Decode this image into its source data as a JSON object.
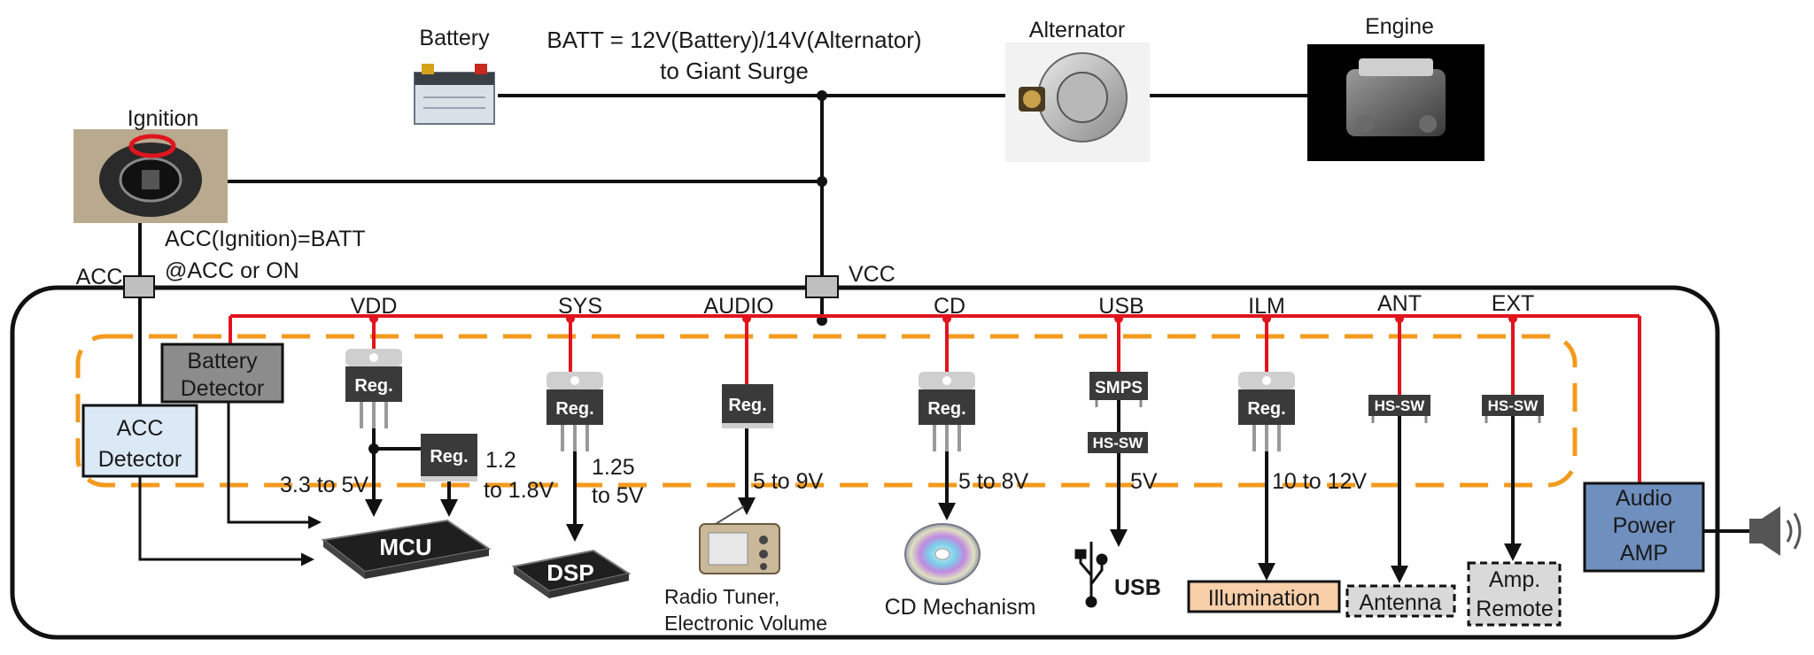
{
  "top": {
    "battery_label": "Battery",
    "batt_line1": "BATT = 12V(Battery)/14V(Alternator)",
    "batt_line2": "to Giant Surge",
    "alternator_label": "Alternator",
    "engine_label": "Engine",
    "ignition_label": "Ignition",
    "acc_note_line1": "ACC(Ignition)=BATT",
    "acc_note_line2": "@ACC or ON",
    "acc_label": "ACC",
    "vcc_label": "VCC"
  },
  "rails": {
    "vdd": "VDD",
    "sys": "SYS",
    "audio": "AUDIO",
    "cd": "CD",
    "usb": "USB",
    "ilm": "ILM",
    "ant": "ANT",
    "ext": "EXT"
  },
  "blocks": {
    "battery_detector_l1": "Battery",
    "battery_detector_l2": "Detector",
    "acc_detector_l1": "ACC",
    "acc_detector_l2": "Detector",
    "audio_amp_l1": "Audio",
    "audio_amp_l2": "Power",
    "audio_amp_l3": "AMP"
  },
  "components": {
    "reg": "Reg.",
    "smps": "SMPS",
    "hs_sw": "HS-SW",
    "mcu": "MCU",
    "dsp": "DSP"
  },
  "voltages": {
    "vdd": "3.3 to 5V",
    "vdd2_l1": "1.2",
    "vdd2_l2": "to 1.8V",
    "sys_l1": "1.25",
    "sys_l2": "to 5V",
    "audio": "5 to 9V",
    "cd": "5 to 8V",
    "usb": "5V",
    "ilm": "10 to 12V"
  },
  "loads": {
    "radio_l1": "Radio Tuner,",
    "radio_l2": "Electronic Volume",
    "cd": "CD Mechanism",
    "usb": "USB",
    "illumination": "Illumination",
    "antenna": "Antenna",
    "amp_remote_l1": "Amp.",
    "amp_remote_l2": "Remote"
  },
  "colors": {
    "power_rail": "#e0141e",
    "dashed_box": "#f39a1e",
    "detector_blue": "#dbe8f5",
    "battery_detector_gray": "#8c8c8c",
    "audio_amp_blue": "#6f8fbf",
    "illumination_fill": "#f8cfa9"
  }
}
